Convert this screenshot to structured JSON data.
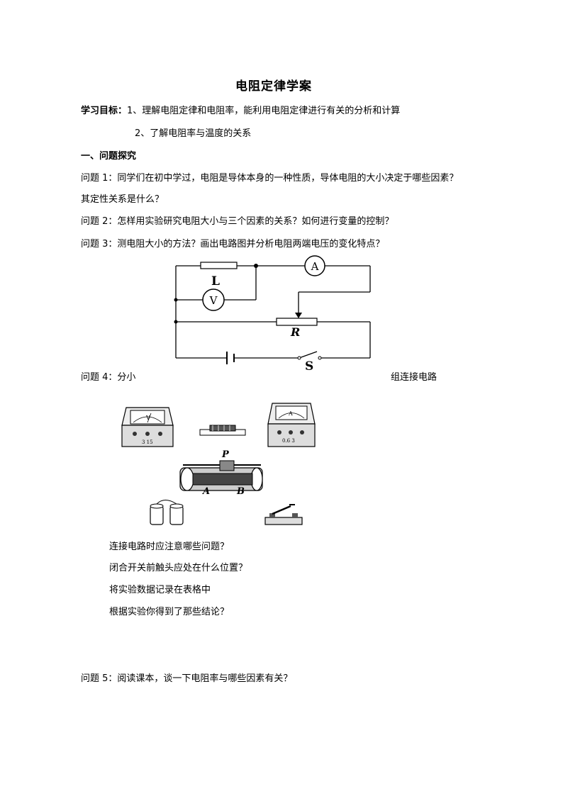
{
  "document": {
    "title": "电阻定律学案",
    "objectives_label": "学习目标：",
    "objective_1": "1、理解电阻定律和电阻率，能利用电阻定律进行有关的分析和计算",
    "objective_2": "2、了解电阻率与温度的关系",
    "section_1": "一、问题探究",
    "q1_line1": "问题 1：同学们在初中学过，电阻是导体本身的一种性质，导体电阻的大小决定于哪些因素？",
    "q1_line2": "其定性关系是什么？",
    "q2": "问题 2：怎样用实验研究电阻大小与三个因素的关系？如何进行变量的控制？",
    "q3": "问题 3：测电阻大小的方法？画出电路图并分析电阻两端电压的变化特点？",
    "q4_part1": "问题 4：分小",
    "q4_part2": "组连接电路",
    "sub_1": "连接电路时应注意哪些问题？",
    "sub_2": "闭合开关前触头应处在什么位置？",
    "sub_3": "将实验数据记录在表格中",
    "sub_4": "根据实验你得到了那些结论？",
    "q5": "问题 5：阅读课本，谈一下电阻率与哪些因素有关？"
  },
  "circuit": {
    "lamp_label": "L",
    "voltmeter_label": "V",
    "ammeter_label": "A",
    "rheostat_label": "R",
    "switch_label": "S"
  },
  "apparatus": {
    "voltmeter_face": "V",
    "voltmeter_terminals": "3 15",
    "ammeter_face": "A",
    "ammeter_terminals": "0.6 3",
    "rheostat_slider": "P",
    "rheostat_end_a": "A",
    "rheostat_end_b": "B"
  }
}
